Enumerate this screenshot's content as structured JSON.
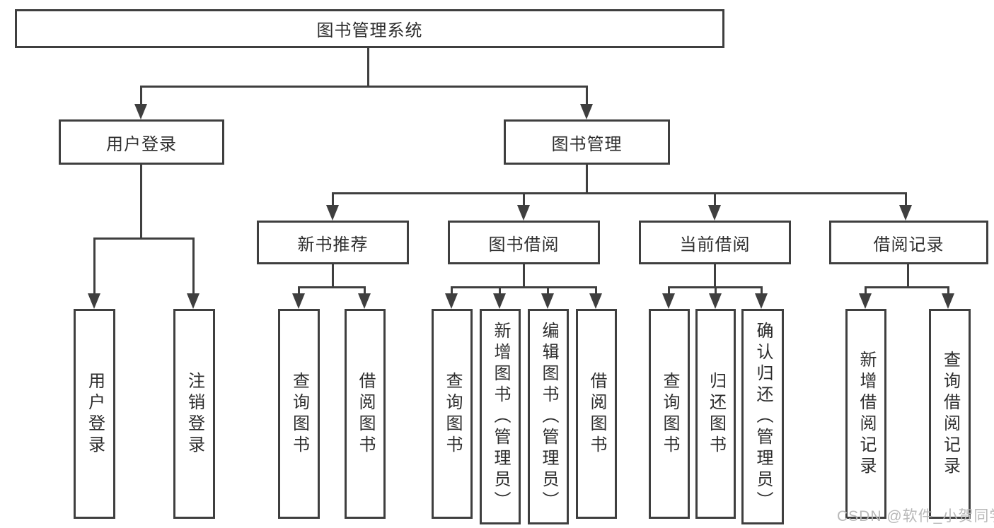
{
  "diagram_type": "hierarchy",
  "colors": {
    "line": "#3f3f3f",
    "text": "#2d2d2d",
    "watermark_text": "#b8b8b8",
    "background": "#ffffff"
  },
  "tree": {
    "label": "图书管理系统",
    "children": [
      {
        "label": "用户登录",
        "children": [
          {
            "label": "用户登录"
          },
          {
            "label": "注销登录"
          }
        ]
      },
      {
        "label": "图书管理",
        "children": [
          {
            "label": "新书推荐",
            "children": [
              {
                "label": "查询图书"
              },
              {
                "label": "借阅图书"
              }
            ]
          },
          {
            "label": "图书借阅",
            "children": [
              {
                "label": "查询图书"
              },
              {
                "label": "新增图书（管理员）"
              },
              {
                "label": "编辑图书（管理员）"
              },
              {
                "label": "借阅图书"
              }
            ]
          },
          {
            "label": "当前借阅",
            "children": [
              {
                "label": "查询图书"
              },
              {
                "label": "归还图书"
              },
              {
                "label": "确认归还（管理员）"
              }
            ]
          },
          {
            "label": "借阅记录",
            "children": [
              {
                "label": "新增借阅记录"
              },
              {
                "label": "查询借阅记录"
              }
            ]
          }
        ]
      }
    ]
  },
  "watermark": {
    "text": "CSDN @软件_小贺同学"
  }
}
